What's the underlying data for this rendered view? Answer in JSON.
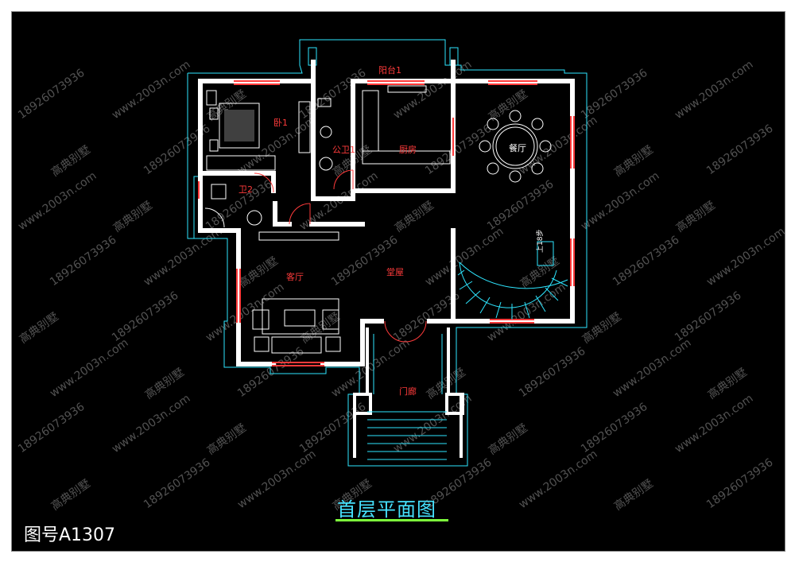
{
  "drawing": {
    "title": "首层平面图",
    "code": "图号A1307"
  },
  "rooms": {
    "balcony": "阳台1",
    "bedroom": "卧1",
    "bath_public": "公卫1",
    "kitchen": "厨房",
    "dining": "餐厅",
    "bath2": "卫2",
    "living": "客厅",
    "hall": "堂屋",
    "porch": "门廊",
    "stair_note": "上18步"
  },
  "watermarks": {
    "phone": "18926073936",
    "site": "www.2003n.com",
    "brand": "高典别墅"
  },
  "colors": {
    "background": "#000000",
    "wall": "#ffffff",
    "outline": "#2ee6ff",
    "window": "#ff3b3b",
    "title": "#46e2ff",
    "underline": "#7dff3c"
  }
}
